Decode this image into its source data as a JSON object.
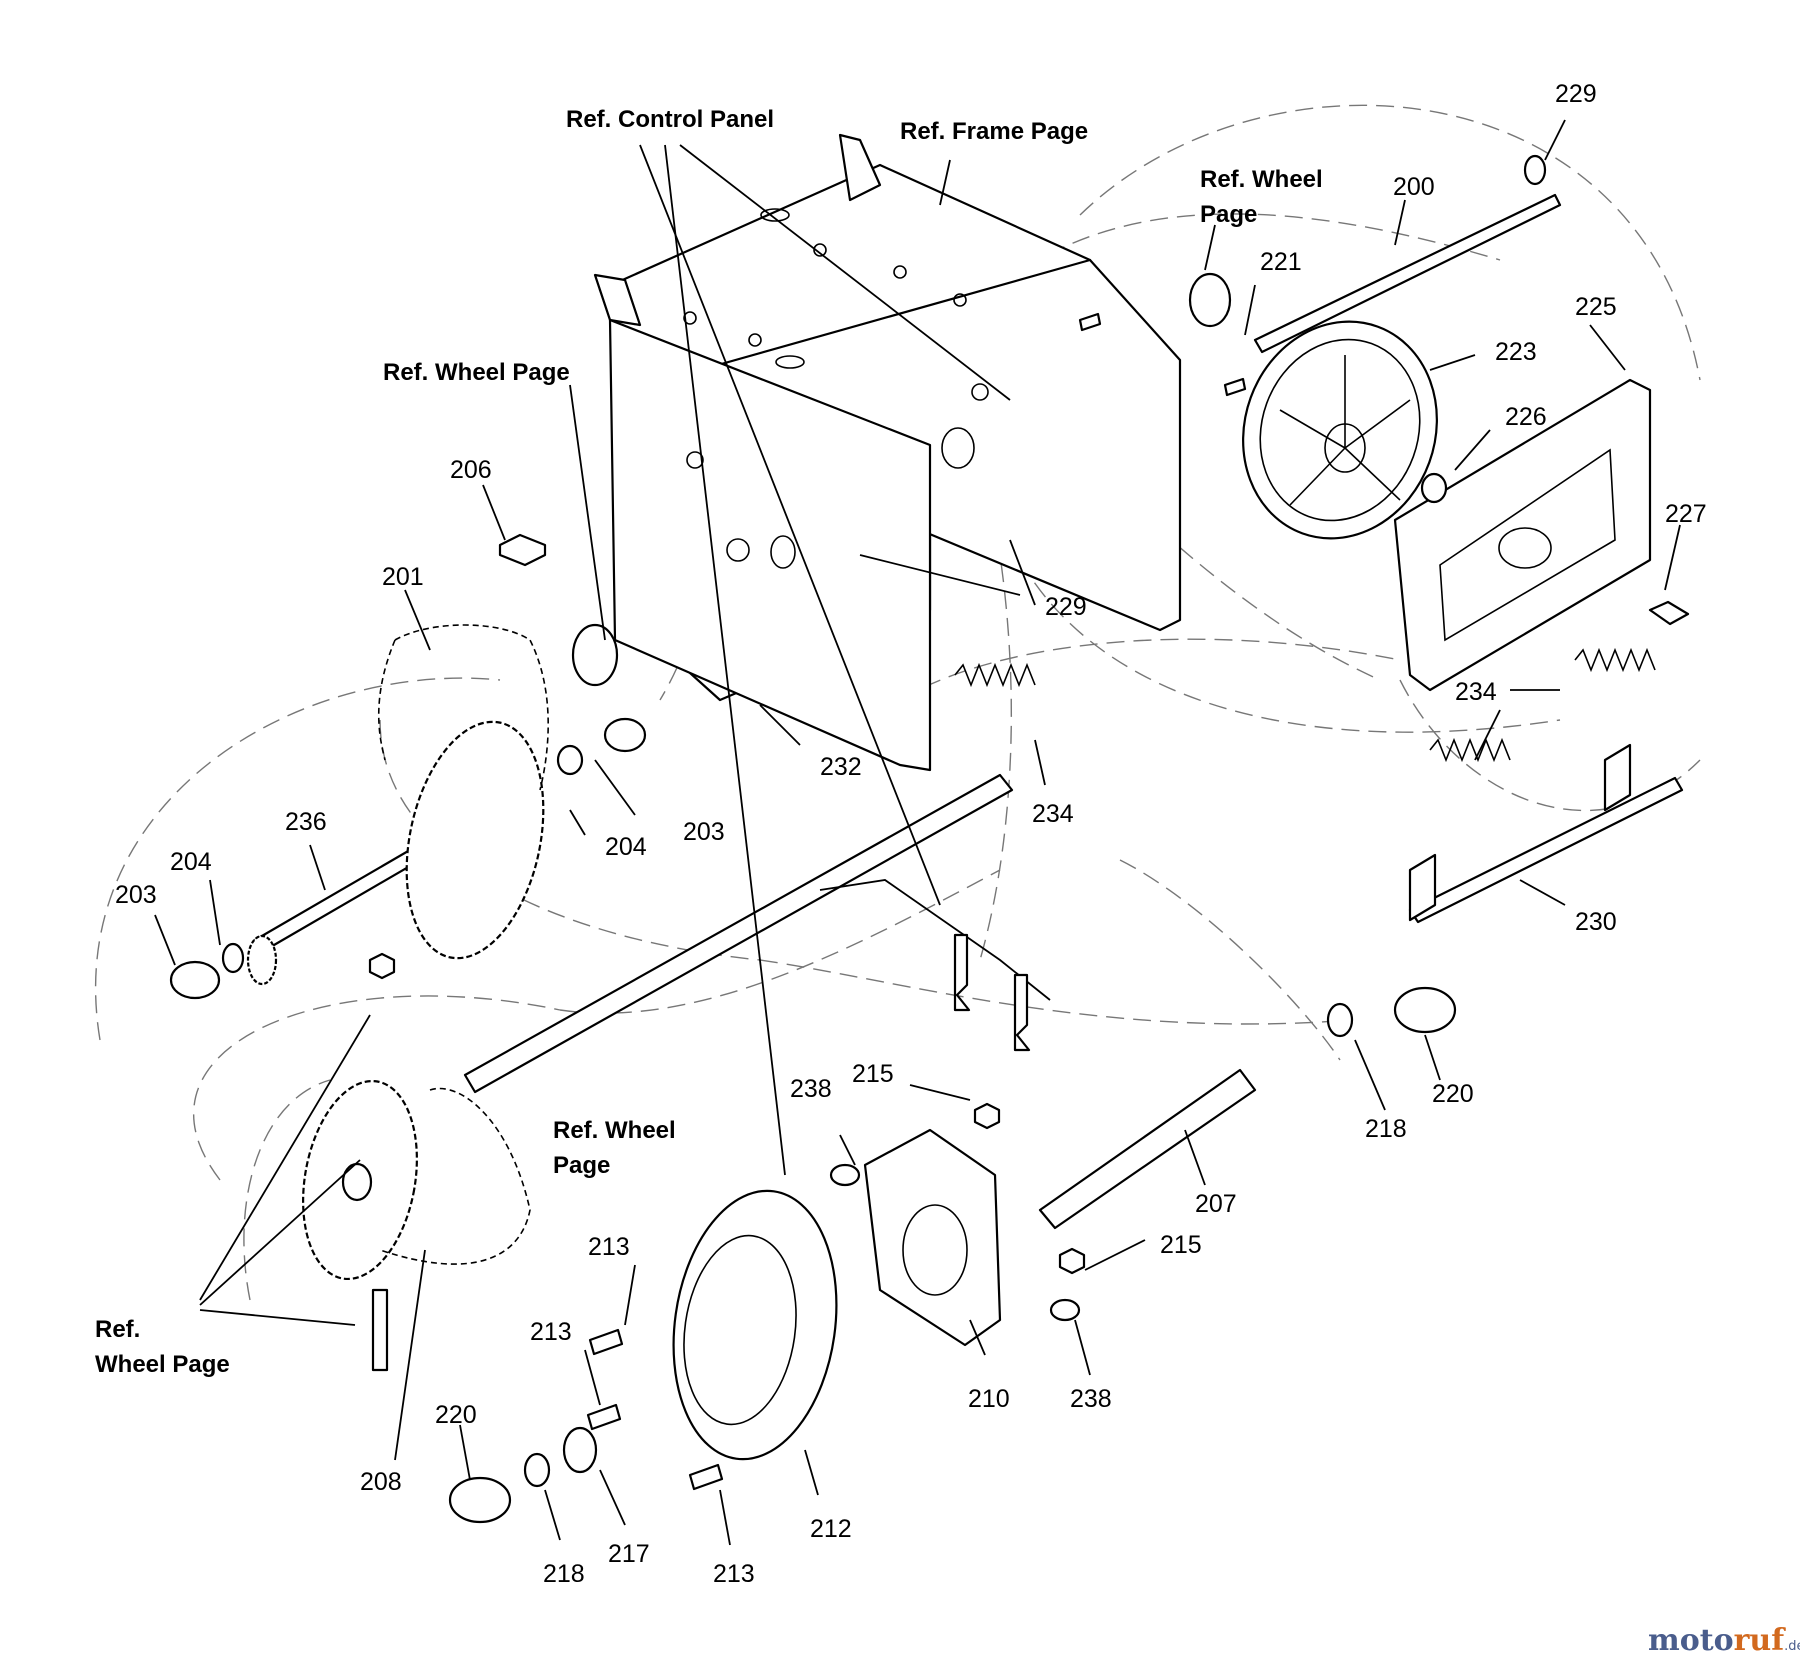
{
  "refs": {
    "control_panel": "Ref. Control Panel",
    "frame_page": "Ref. Frame Page",
    "wheel_page_top_a": "Ref. Wheel",
    "wheel_page_top_b": "Page",
    "wheel_page_left": "Ref. Wheel Page",
    "wheel_page_mid_a": "Ref. Wheel",
    "wheel_page_mid_b": "Page",
    "wheel_page_bottom_a": "Ref.",
    "wheel_page_bottom_b": "Wheel Page"
  },
  "parts": {
    "p229a": "229",
    "p200": "200",
    "p221": "221",
    "p225": "225",
    "p223": "223",
    "p226": "226",
    "p227": "227",
    "p206": "206",
    "p201": "201",
    "p229b": "229",
    "p234a": "234",
    "p234b": "234",
    "p232": "232",
    "p236": "236",
    "p204a": "204",
    "p204b": "204",
    "p203a": "203",
    "p203b": "203",
    "p230": "230",
    "p238a": "238",
    "p215a": "215",
    "p220a": "220",
    "p218a": "218",
    "p207": "207",
    "p215b": "215",
    "p213a": "213",
    "p213b": "213",
    "p213c": "213",
    "p210": "210",
    "p238b": "238",
    "p220b": "220",
    "p208": "208",
    "p212": "212",
    "p217": "217",
    "p218b": "218"
  },
  "watermark": {
    "part1": "moto",
    "part2": "ruf",
    "suffix": ".de"
  }
}
